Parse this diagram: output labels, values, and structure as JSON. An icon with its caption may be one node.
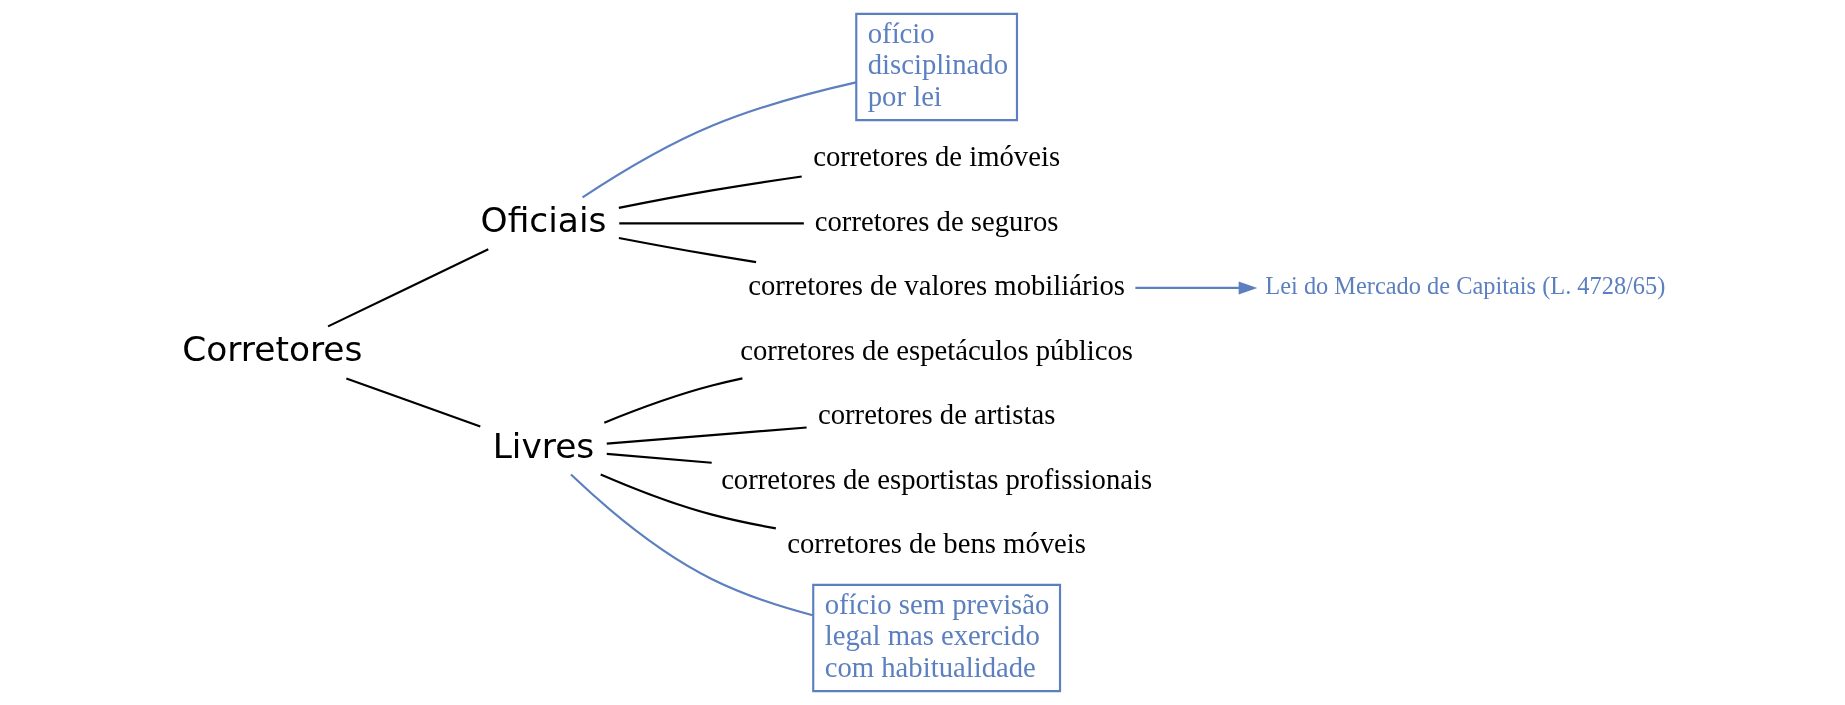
{
  "diagram": {
    "nodes": [
      {
        "text": [
          "Corretores"
        ]
      },
      {
        "text": [
          "Oficiais"
        ]
      },
      {
        "text": [
          "Livres"
        ]
      },
      {
        "text": [
          "ofício disciplinado por lei"
        ]
      },
      {
        "text": [
          "corretores de imóveis"
        ]
      },
      {
        "text": [
          "corretores de seguros"
        ]
      },
      {
        "text": [
          "corretores de valores mobiliários"
        ]
      },
      {
        "text": [
          "Lei do Mercado de Capitais (L. 4728/65)"
        ]
      },
      {
        "text": [
          "corretores de espetáculos públicos"
        ]
      },
      {
        "text": [
          "corretores de artistas"
        ]
      },
      {
        "text": [
          "corretores de esportistas profissionais"
        ]
      },
      {
        "text": [
          "corretores de bens móveis"
        ]
      },
      {
        "text": [
          "ofício sem previsão legal mas exercido com habitualidade"
        ]
      }
    ],
    "edges": [
      {
        "from": 0,
        "to": 1,
        "arrow": "none"
      },
      {
        "from": 0,
        "to": 2,
        "arrow": "none"
      },
      {
        "from": 1,
        "to": 3,
        "arrow": "none",
        "color": "#5b7fbf"
      },
      {
        "from": 1,
        "to": 4,
        "arrow": "none"
      },
      {
        "from": 1,
        "to": 5,
        "arrow": "none"
      },
      {
        "from": 1,
        "to": 6,
        "arrow": "none"
      },
      {
        "from": 6,
        "to": 7,
        "arrow": "to",
        "color": "#5b7fbf"
      },
      {
        "from": 2,
        "to": 8,
        "arrow": "none"
      },
      {
        "from": 2,
        "to": 9,
        "arrow": "none"
      },
      {
        "from": 2,
        "to": 10,
        "arrow": "none"
      },
      {
        "from": 2,
        "to": 11,
        "arrow": "none"
      },
      {
        "from": 2,
        "to": 12,
        "arrow": "none",
        "color": "#5b7fbf"
      }
    ]
  }
}
